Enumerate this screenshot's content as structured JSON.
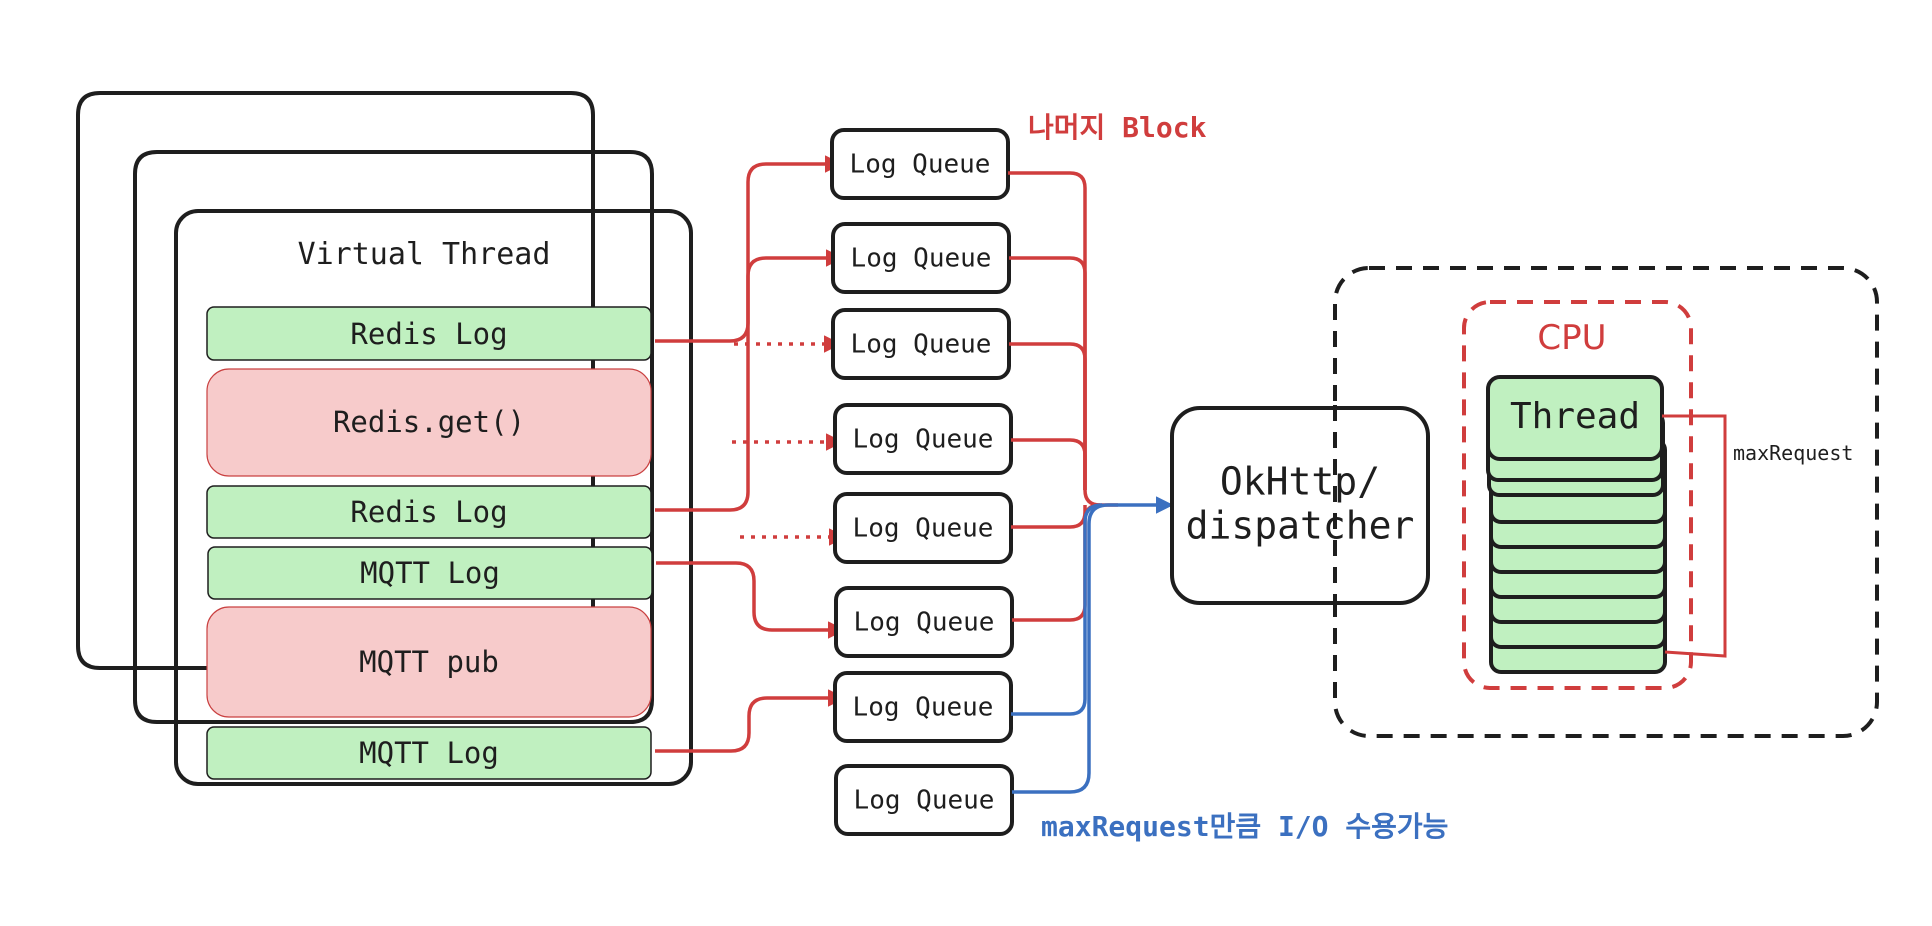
{
  "virtual_thread": {
    "title": "Virtual Thread",
    "blocks": [
      "Redis Log",
      "Redis.get()",
      "Redis Log",
      "MQTT Log",
      "MQTT pub",
      "MQTT Log"
    ]
  },
  "queues": {
    "label": "Log Queue",
    "count": 8
  },
  "annotations": {
    "block_note": "나머지 Block",
    "io_note": "maxRequest만큼 I/O 수용가능"
  },
  "dispatcher": {
    "line1": "OkHttp/",
    "line2": "dispatcher"
  },
  "cpu": {
    "label": "CPU",
    "thread_label": "Thread",
    "stack_count": 10,
    "bracket_label": "maxRequest"
  },
  "colors": {
    "red": "#d03d3d",
    "blue": "#3b70c0",
    "green_fill": "#c0f0c0",
    "pink_fill": "#f7cbcb",
    "dark": "#1e1e1e"
  }
}
